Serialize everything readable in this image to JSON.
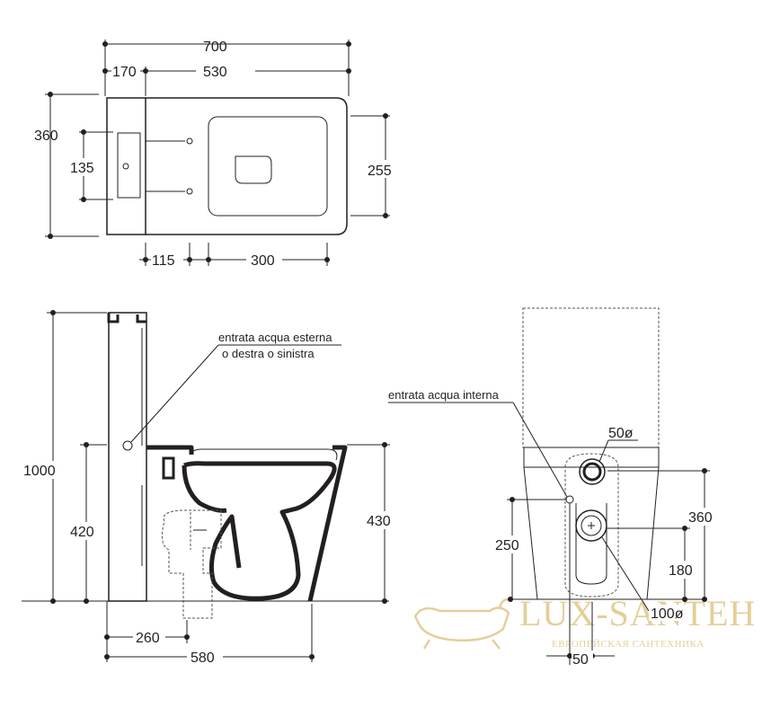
{
  "top_view": {
    "dim_total_width": "700",
    "dim_tank_width": "170",
    "dim_bowl_width": "530",
    "dim_total_depth": "360",
    "dim_holes_spacing": "135",
    "dim_seat_depth": "255",
    "dim_hole_offset": "115",
    "dim_seat_width": "300"
  },
  "side_view": {
    "dim_total_height": "1000",
    "dim_tank_height": "420",
    "dim_bowl_height": "430",
    "dim_outlet_offset": "260",
    "dim_total_length": "580",
    "label_external_inlet_line1": "entrata acqua esterna",
    "label_external_inlet_line2": "o destra o sinistra"
  },
  "rear_view": {
    "label_internal_inlet": "entrata acqua interna",
    "dim_inlet_diameter": "50ø",
    "dim_inlet_height": "360",
    "dim_inlet_side": "250",
    "dim_outlet_height": "180",
    "dim_outlet_diameter": "100ø",
    "dim_bottom_offset": "50"
  },
  "watermark": {
    "brand": "LUX-SANTEH",
    "tagline": "ЕВРОПЕЙСКАЯ САНТЕХНИКА"
  }
}
